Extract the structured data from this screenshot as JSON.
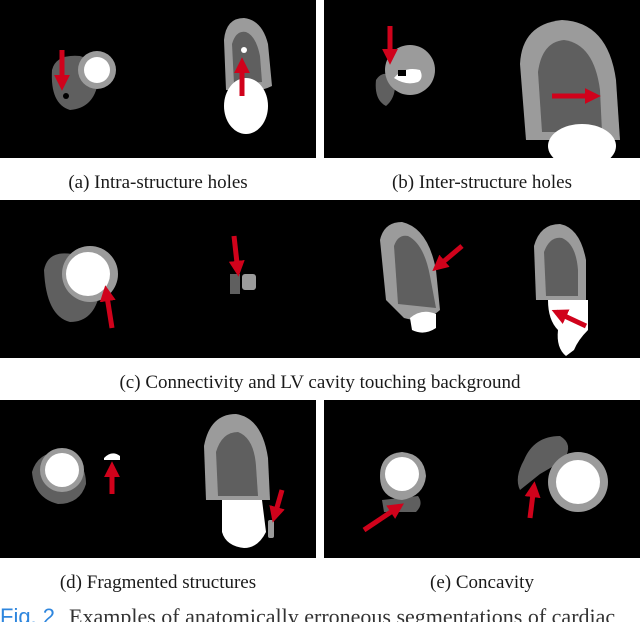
{
  "colors": {
    "background": "#000000",
    "myocardium": "#9b9b9b",
    "lv_cavity": "#5f5f5f",
    "rv_cavity": "#ffffff",
    "arrow": "#d0021b",
    "figure_label": "#2e86de"
  },
  "panels": {
    "a": {
      "caption": "(a) Intra-structure holes"
    },
    "b": {
      "caption": "(b) Inter-structure holes"
    },
    "c": {
      "caption": "(c) Connectivity and LV cavity touching background"
    },
    "d": {
      "caption": "(d) Fragmented structures"
    },
    "e": {
      "caption": "(e) Concavity"
    }
  },
  "figure": {
    "label": "Fig. 2",
    "caption_text": "Examples of anatomically erroneous segmentations of cardiac"
  }
}
